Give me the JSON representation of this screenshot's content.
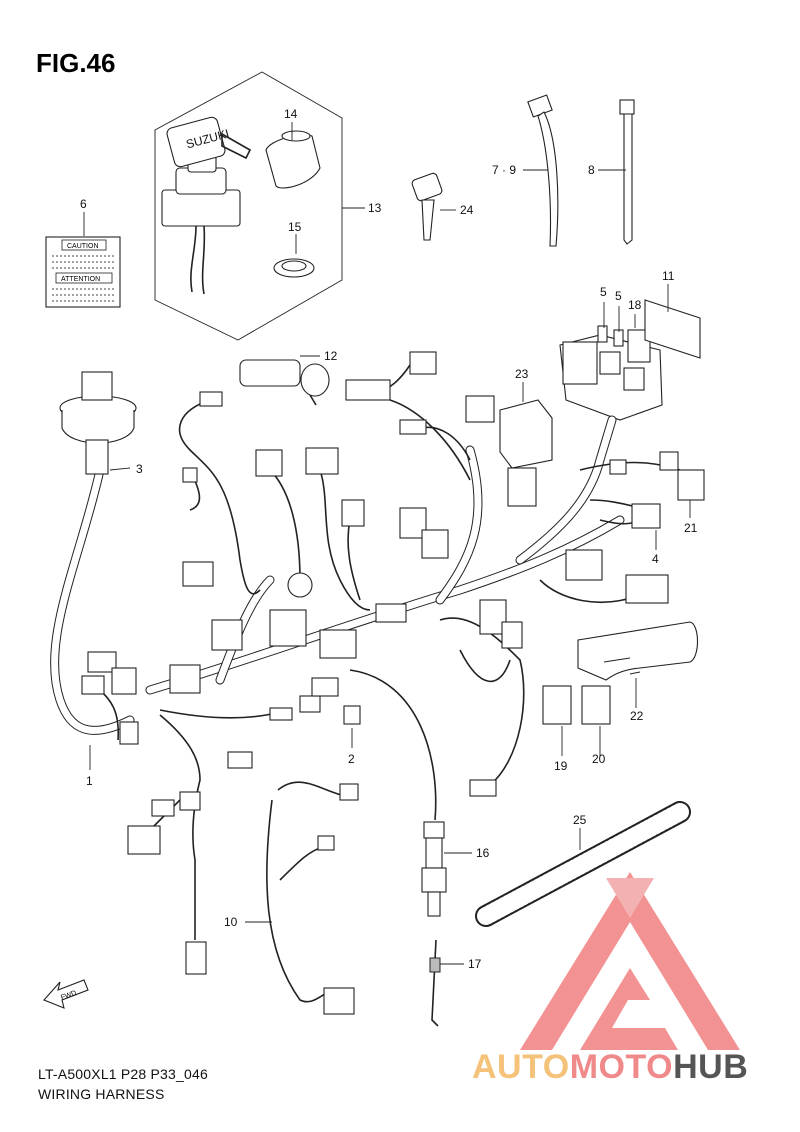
{
  "figure": {
    "title": "FIG.46",
    "model_code": "LT-A500XL1 P28 P33_046",
    "caption": "WIRING HARNESS"
  },
  "labels": {
    "p1": "1",
    "p2": "2",
    "p3": "3",
    "p4": "4",
    "p5a": "5",
    "p5b": "5",
    "p6": "6",
    "p79": "7 · 9",
    "p8": "8",
    "p10": "10",
    "p11": "11",
    "p12": "12",
    "p13": "13",
    "p14": "14",
    "p15": "15",
    "p16": "16",
    "p17": "17",
    "p18": "18",
    "p19": "19",
    "p20": "20",
    "p21": "21",
    "p22": "22",
    "p23": "23",
    "p24": "24",
    "p25": "25"
  },
  "decal": {
    "caution": "CAUTION",
    "attention": "ATTENTION"
  },
  "key_brand": "SUZUKI",
  "fwd": "FWD",
  "watermark": {
    "part1": "AUTO",
    "part2": "MOTO",
    "part3": "HUB",
    "colors": {
      "part1": "#f5c27a",
      "part2": "#f08a8a",
      "part3": "#555555",
      "triangle": "#f08080"
    }
  }
}
